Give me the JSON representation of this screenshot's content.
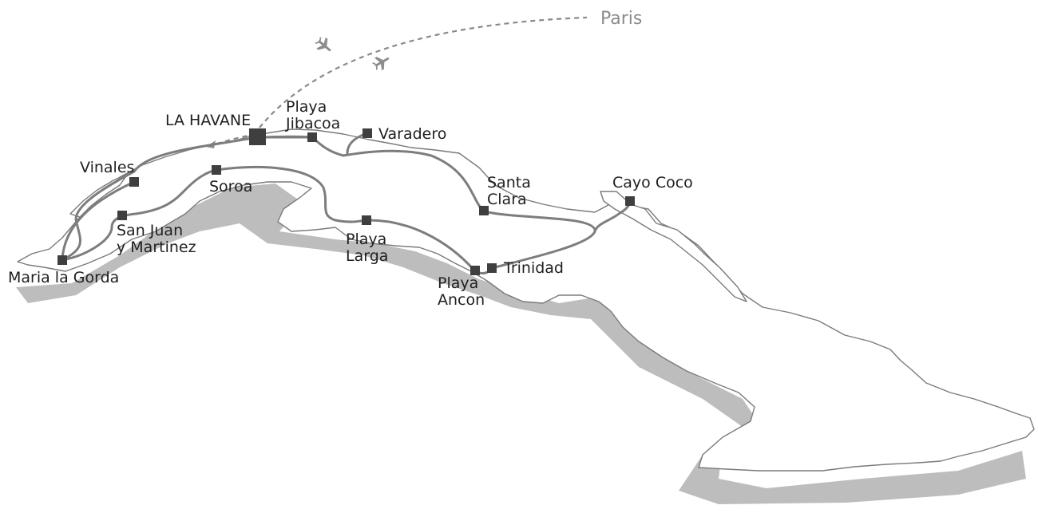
{
  "map": {
    "destination": "Paris",
    "capital": "LA HAVANE",
    "stops": {
      "playa_jibacoa": [
        "Playa",
        "Jibacoa"
      ],
      "varadero": "Varadero",
      "vinales": "Vinales",
      "soroa": "Soroa",
      "san_juan": [
        "San Juan",
        "y Martinez"
      ],
      "maria_la_gorda": "Maria la Gorda",
      "playa_larga": [
        "Playa",
        "Larga"
      ],
      "playa_ancon": [
        "Playa",
        "Ancon"
      ],
      "trinidad": "Trinidad",
      "santa_clara": [
        "Santa",
        "Clara"
      ],
      "cayo_coco": "Cayo Coco"
    },
    "icons": [
      "airplane-icon",
      "airplane-icon"
    ],
    "colors": {
      "route": "#7d7d7d",
      "stop": "#3f3f3f",
      "coast": "#7a7a7a",
      "shadow": "#bdbdbd"
    }
  }
}
